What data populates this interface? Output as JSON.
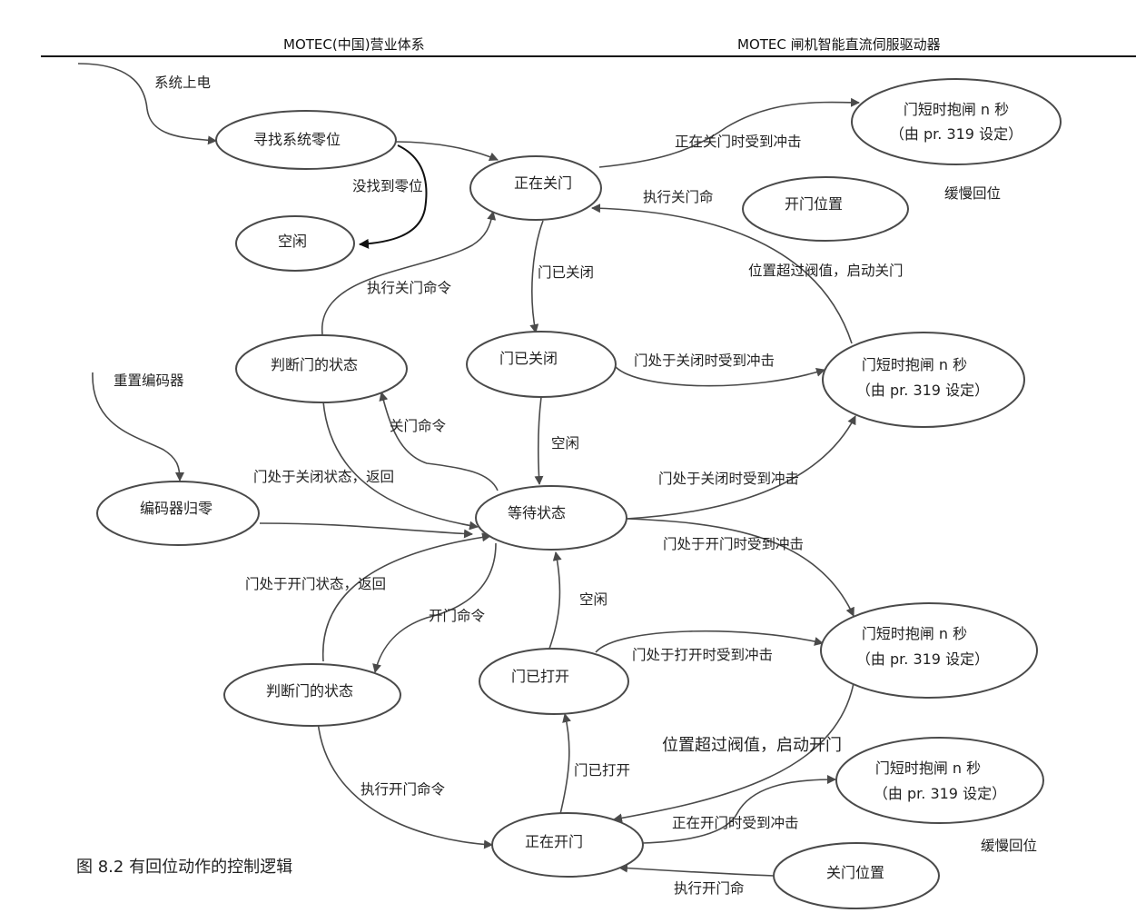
{
  "header": {
    "left": "MOTEC(中国)营业体系",
    "right": "MOTEC  闸机智能直流伺服驱动器"
  },
  "nodes": {
    "search_zero": "寻找系统零位",
    "idle_top": "空闲",
    "closing": "正在关门",
    "hold_top_l1": "门短时抱闸 n 秒",
    "hold_top_l2": "（由 pr. 319 设定）",
    "open_pos": "开门位置",
    "judge_top": "判断门的状态",
    "door_closed": "门已关闭",
    "hold_mid_l1": "门短时抱闸 n 秒",
    "hold_mid_l2": "（由 pr. 319 设定）",
    "encoder_zero": "编码器归零",
    "waiting": "等待状态",
    "hold_low_l1": "门短时抱闸 n 秒",
    "hold_low_l2": "（由 pr. 319 设定）",
    "judge_bottom": "判断门的状态",
    "door_opened": "门已打开",
    "hold_bottom_l1": "门短时抱闸 n 秒",
    "hold_bottom_l2": "（由 pr. 319 设定）",
    "opening": "正在开门",
    "close_pos": "关门位置"
  },
  "edge_labels": {
    "power_on": "系统上电",
    "no_zero": "没找到零位",
    "impact_closing": "正在关门时受到冲击",
    "slow_return_top": "缓慢回位",
    "exec_close_cmd_top": "执行关门命令",
    "exec_close_cmd_mid": "执行关门命",
    "door_closed_edge": "门已关闭",
    "over_threshold_close": "位置超过阀值，启动关门",
    "impact_when_closed": "门处于关闭时受到冲击",
    "reset_encoder": "重置编码器",
    "close_cmd": "关门命令",
    "idle_mid": "空闲",
    "closed_return": "门处于关闭状态，返回",
    "impact_closed_wait": "门处于关闭时受到冲击",
    "impact_open_wait": "门处于开门时受到冲击",
    "open_return": "门处于开门状态，返回",
    "idle_low": "空闲",
    "open_cmd": "开门命令",
    "impact_when_open": "门处于打开时受到冲击",
    "over_threshold_open": "位置超过阀值，启动开门",
    "door_opened_edge": "门已打开",
    "exec_open_cmd": "执行开门命令",
    "impact_opening": "正在开门时受到冲击",
    "slow_return_bottom": "缓慢回位",
    "exec_open_cmd_bottom": "执行开门命"
  },
  "caption": "图  8.2  有回位动作的控制逻辑"
}
